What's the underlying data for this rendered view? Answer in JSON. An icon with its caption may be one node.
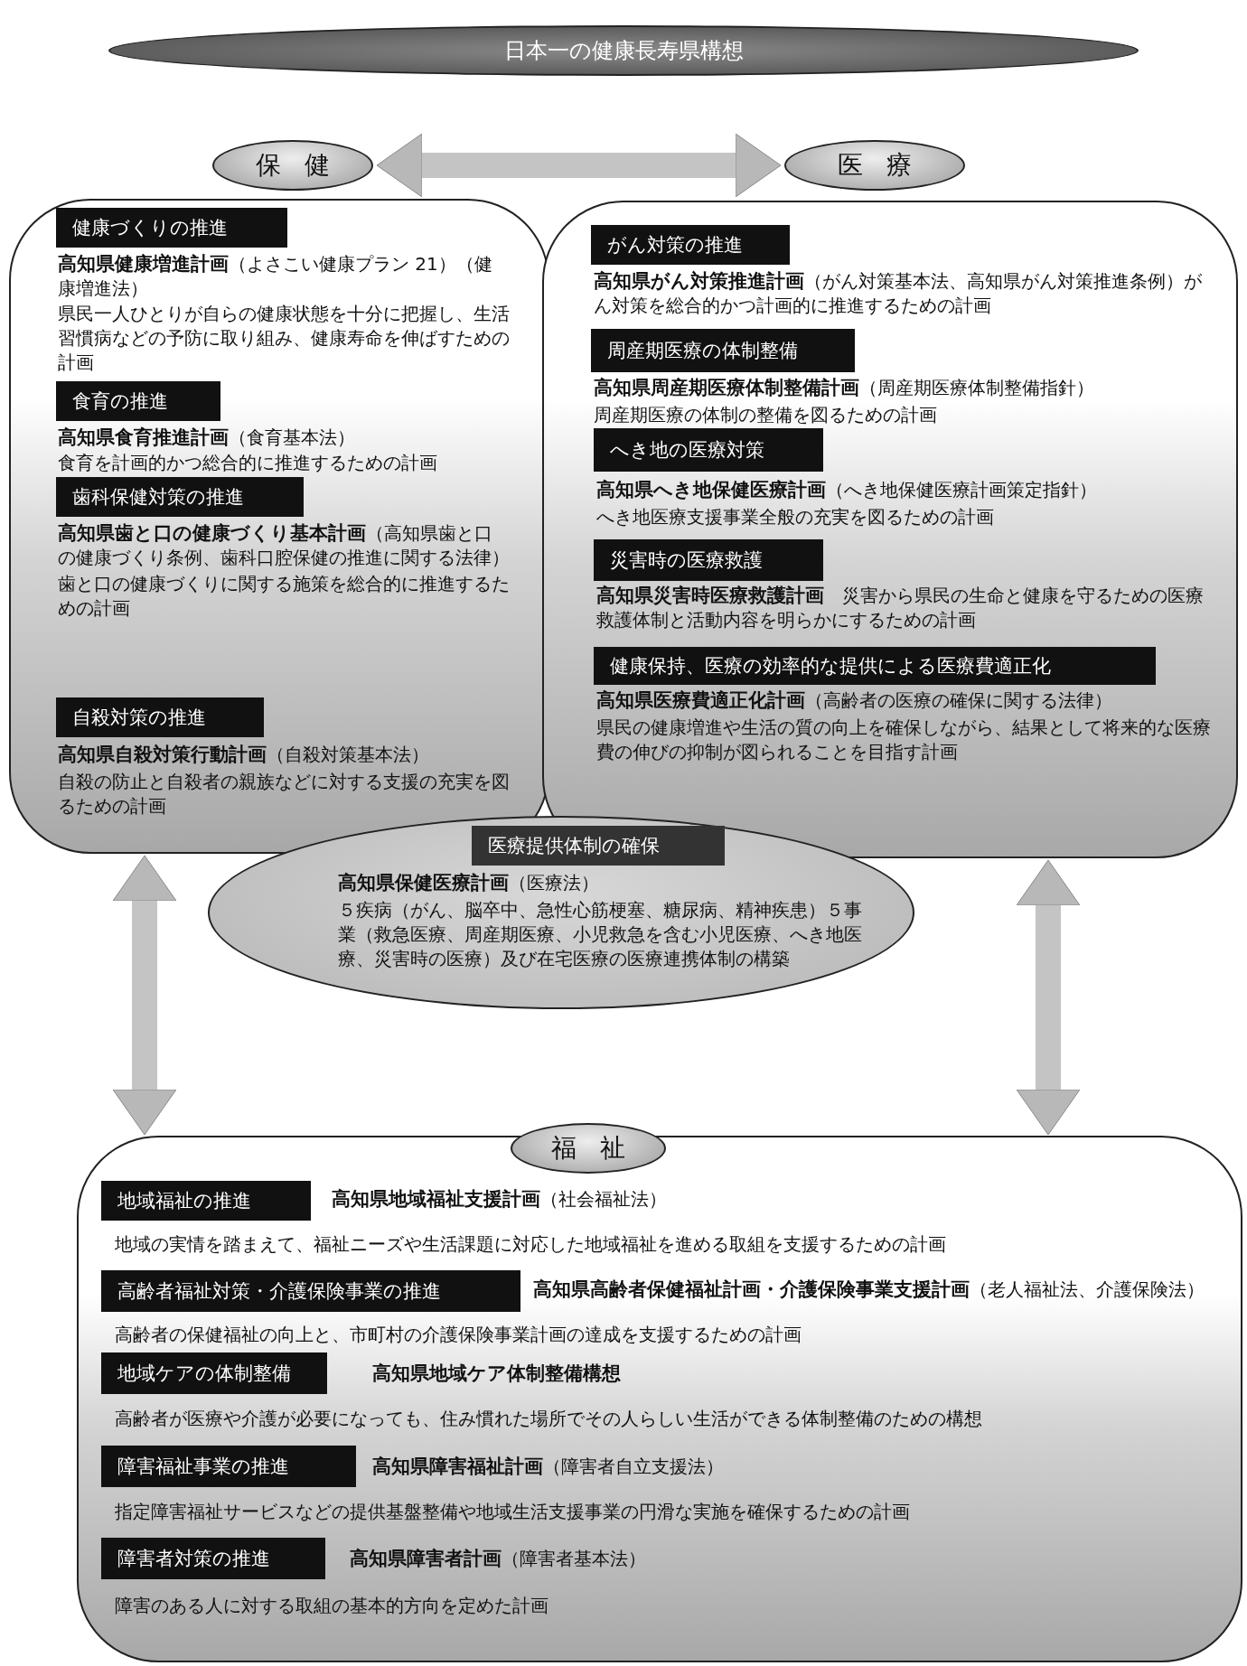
{
  "diagram": {
    "nodes": [
      {
        "text": [
          "日本一の健康長寿県構想"
        ]
      },
      {
        "text": [
          "保健"
        ]
      },
      {
        "text": [
          "医療"
        ]
      },
      {
        "text": [],
        "shape": "box"
      },
      {
        "text": [
          "健康づくりの推進"
        ],
        "in": 3,
        "beside": [
          "**高知県健康増進計画**（よさこい健康プラン 21）（健康増進法）",
          "県民一人ひとりが自らの健康状態を十分に把握し、生活習慣病などの予防に取り組み、健康寿命を伸ばすための計画"
        ]
      },
      {
        "text": [
          "食育の推進"
        ],
        "in": 3,
        "beside": [
          "**高知県食育推進計画**（食育基本法）",
          "食育を計画的かつ総合的に推進するための計画"
        ]
      },
      {
        "text": [
          "歯科保健対策の推進"
        ],
        "in": 3,
        "beside": [
          "**高知県歯と口の健康づくり基本計画**（高知県歯と口の健康づくり条例、歯科口腔保健の推進に関する法律）",
          "歯と口の健康づくりに関する施策を総合的に推進するための計画"
        ]
      },
      {
        "text": [
          "自殺対策の推進"
        ],
        "in": 3,
        "beside": [
          "**高知県自殺対策行動計画**（自殺対策基本法）",
          "自殺の防止と自殺者の親族などに対する支援の充実を図るための計画"
        ]
      },
      {
        "text": [],
        "shape": "box"
      },
      {
        "text": [
          "がん対策の推進"
        ],
        "in": 8,
        "beside": [
          "**高知県がん対策推進計画**（がん対策基本法、高知県がん対策推進条例）がん対策を総合的かつ計画的に推進するための計画"
        ]
      },
      {
        "text": [
          "周産期医療の体制整備"
        ],
        "in": 8,
        "beside": [
          "**高知県周産期医療体制整備計画**（周産期医療体制整備指針）",
          "周産期医療の体制の整備を図るための計画"
        ]
      },
      {
        "text": [
          "へき地の医療対策"
        ],
        "in": 8,
        "beside": [
          "**高知県へき地保健医療計画**（へき地保健医療計画策定指針）",
          "へき地医療支援事業全般の充実を図るための計画"
        ]
      },
      {
        "text": [
          "災害時の医療救護"
        ],
        "in": 8,
        "beside": [
          "**高知県災害時医療救護計画**　災害から県民の生命と健康を守るための医療救護体制と活動内容を明らかにするための計画"
        ]
      },
      {
        "text": [
          "健康保持、医療の効率的な提供による医療費適正化"
        ],
        "in": 8,
        "beside": [
          "**高知県医療費適正化計画**（高齢者の医療の確保に関する法律）",
          "県民の健康増進や生活の質の向上を確保しながら、結果として将来的な医療費の伸びの抑制が図られることを目指す計画"
        ]
      },
      {
        "text": [],
        "shape": "ellipse"
      },
      {
        "text": [
          "医療提供体制の確保"
        ],
        "in": 14,
        "beside": [
          "**高知県保健医療計画**（医療法）",
          "５疾病（がん、脳卒中、急性心筋梗塞、糖尿病、精神疾患）５事業（救急医療、周産期医療、小児救急を含む小児医療、へき地医療、災害時の医療）及び在宅医療の医療連携体制の構築"
        ]
      },
      {
        "text": [
          "福祉"
        ]
      },
      {
        "text": [],
        "shape": "box"
      },
      {
        "text": [
          "地域福祉の推進"
        ],
        "in": 17,
        "beside": [
          "**高知県地域福祉支援計画**（社会福祉法）",
          "地域の実情を踏まえて、福祉ニーズや生活課題に対応した地域福祉を進める取組を支援するための計画"
        ]
      },
      {
        "text": [
          "高齢者福祉対策・介護保険事業の推進"
        ],
        "in": 17,
        "beside": [
          "**高知県高齢者保健福祉計画・介護保険事業支援計画**（老人福祉法、介護保険法）",
          "高齢者の保健福祉の向上と、市町村の介護保険事業計画の達成を支援するための計画"
        ]
      },
      {
        "text": [
          "地域ケアの体制整備"
        ],
        "in": 17,
        "beside": [
          "**高知県地域ケア体制整備構想**",
          "高齢者が医療や介護が必要になっても、住み慣れた場所でその人らしい生活ができる体制整備のための構想"
        ]
      },
      {
        "text": [
          "障害福祉事業の推進"
        ],
        "in": 17,
        "beside": [
          "**高知県障害福祉計画**（障害者自立支援法）",
          "指定障害福祉サービスなどの提供基盤整備や地域生活支援事業の円滑な実施を確保するための計画"
        ]
      },
      {
        "text": [
          "障害者対策の推進"
        ],
        "in": 17,
        "beside": [
          "**高知県障害者計画**（障害者基本法）",
          "障害のある人に対する取組の基本的方向を定めた計画"
        ]
      }
    ],
    "edges": [
      {
        "from": 1,
        "to": 2,
        "arrow": "both"
      },
      {
        "from": 3,
        "to": 17,
        "arrow": "both"
      },
      {
        "from": 8,
        "to": 17,
        "arrow": "both"
      }
    ]
  }
}
